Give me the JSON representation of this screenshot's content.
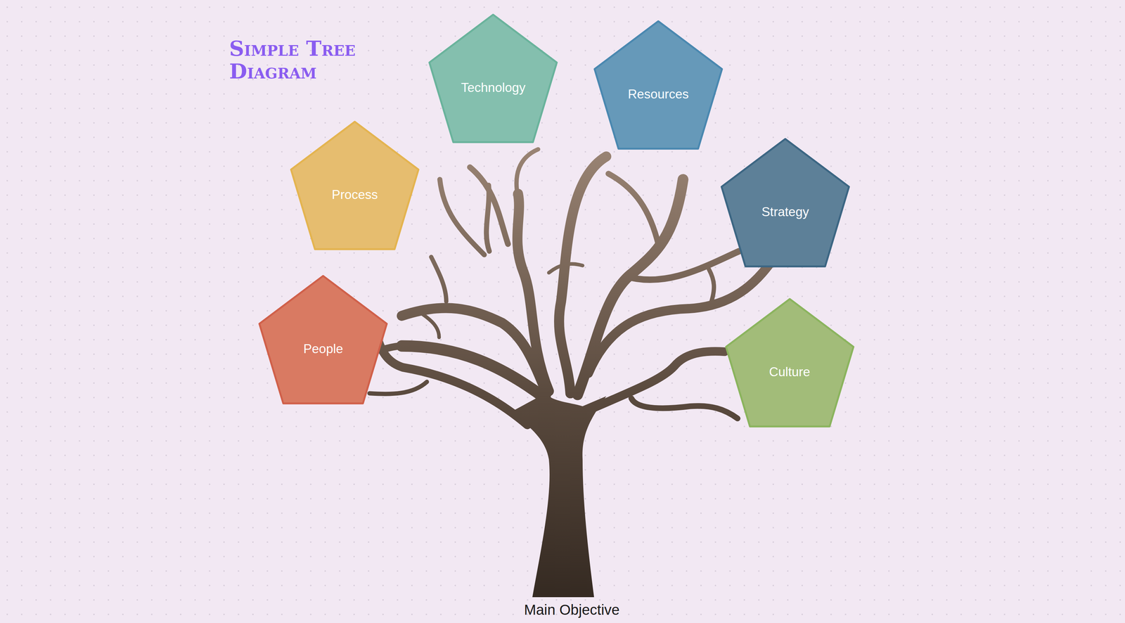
{
  "diagram": {
    "title": "Simple Tree Diagram",
    "nodes": [
      {
        "text": [
          "Technology"
        ]
      },
      {
        "text": [
          "Resources"
        ]
      },
      {
        "text": [
          "Process"
        ]
      },
      {
        "text": [
          "Strategy"
        ]
      },
      {
        "text": [
          "People"
        ]
      },
      {
        "text": [
          "Culture"
        ]
      }
    ],
    "labels": [
      "Main Objective"
    ]
  }
}
